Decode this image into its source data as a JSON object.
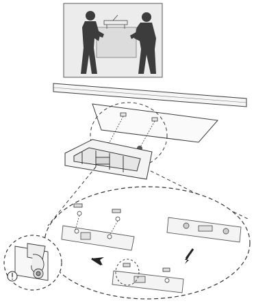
{
  "figure": {
    "panels": [
      {
        "id": "lift-panel",
        "subject": "two-people-lifting-tv"
      },
      {
        "id": "bracket-attach-panel",
        "subject": "screws-into-tv-back"
      },
      {
        "id": "detail-callout",
        "subject": "bracket-hook-sequence"
      }
    ],
    "callout_symbol": "!",
    "colors": {
      "line": "#3a3a3a",
      "silhouette": "#3c3c3c",
      "panel_bg": "#ececec",
      "screen_fill": "#dcdcdc",
      "bracket_fill": "#f4f4f4",
      "arrow": "#222222"
    },
    "icons": [
      "person-silhouette",
      "screw-icon",
      "bracket",
      "arrow-icon",
      "caution-icon"
    ]
  }
}
